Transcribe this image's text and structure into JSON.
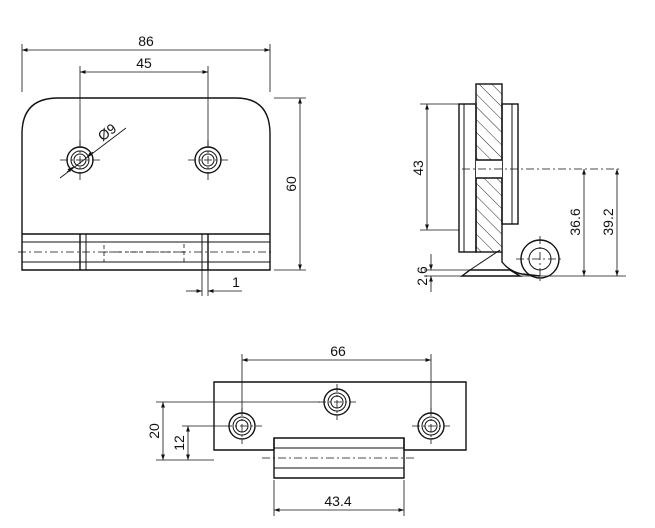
{
  "front_view": {
    "dim_total_width": "86",
    "dim_hole_spacing": "45",
    "dim_hole_diameter": "Ø9",
    "dim_height": "60",
    "dim_offset": "1"
  },
  "side_view": {
    "dim_plate_height": "43",
    "dim_base_thickness": "2.6",
    "dim_pin_height": "36.6",
    "dim_total_height": "39.2"
  },
  "bottom_view": {
    "dim_hole_spacing": "66",
    "dim_height_outer": "20",
    "dim_height_inner": "12",
    "dim_knuckle_width": "43.4"
  }
}
